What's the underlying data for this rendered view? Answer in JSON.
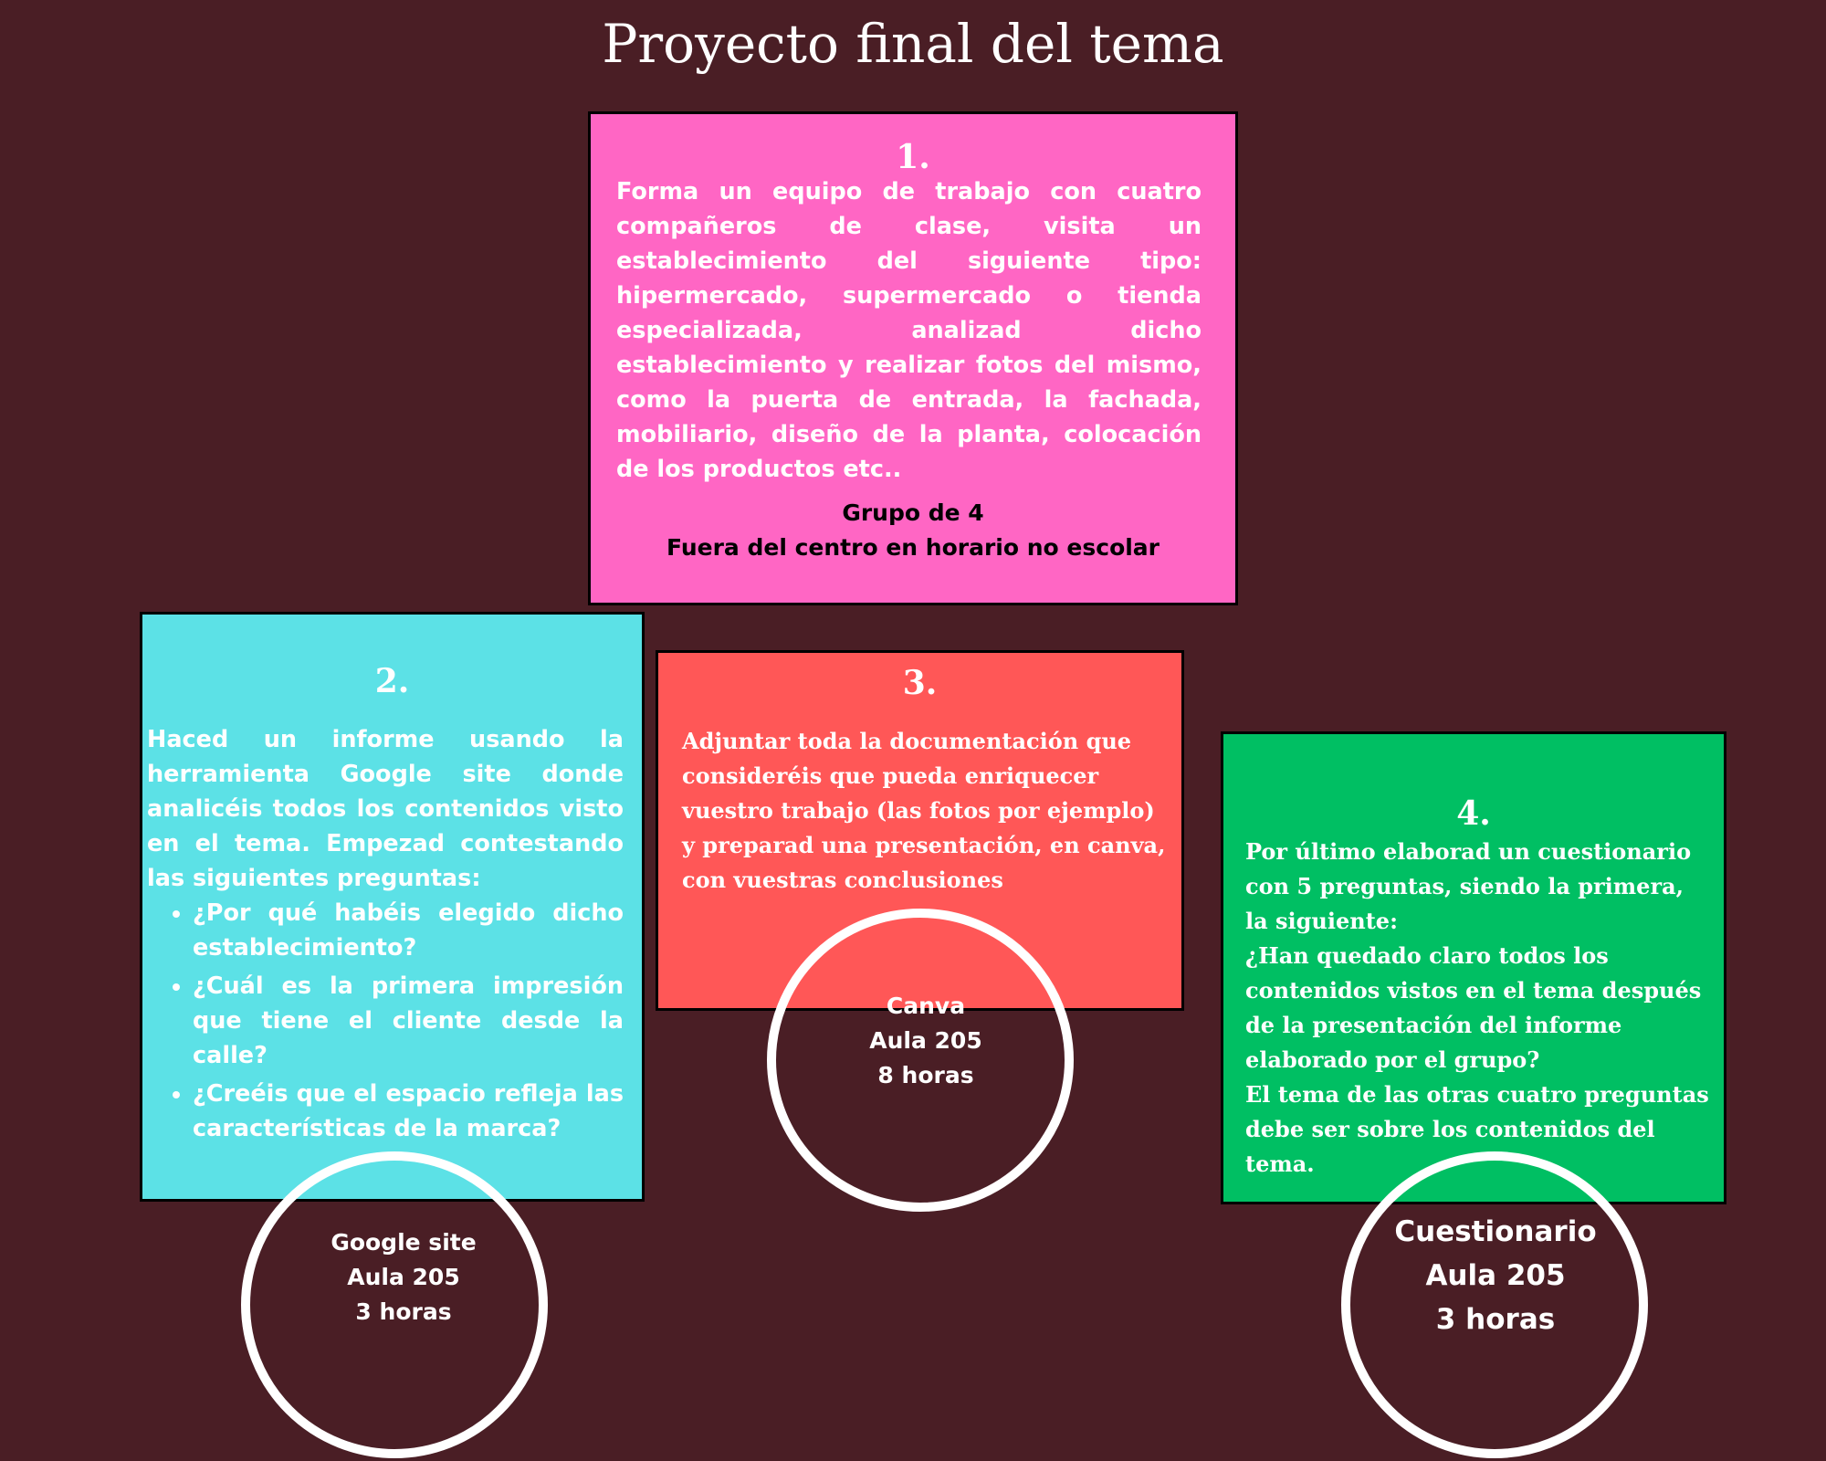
{
  "title": "Proyecto final del tema",
  "colors": {
    "background": "#4a1e25",
    "box1": "#ff66c4",
    "box2": "#5ce1e6",
    "box3": "#ff5757",
    "box4": "#00bf63"
  },
  "steps": [
    {
      "number": "1.",
      "text": "Forma un equipo de trabajo con cuatro compañeros de clase, visita un establecimiento del siguiente tipo: hipermercado, supermercado o tienda especializada, analizad dicho establecimiento y realizar fotos del mismo, como la puerta de entrada, la fachada, mobiliario, diseño de la planta, colocación de los productos etc..",
      "note_1": "Grupo de 4",
      "note_2": "Fuera del centro en horario no escolar"
    },
    {
      "number": "2.",
      "text": "Haced un informe usando la herramienta Google site donde analicéis todos los contenidos visto en el tema. Empezad contestando las siguientes preguntas:",
      "bullets": [
        "¿Por qué habéis elegido dicho establecimiento?",
        "¿Cuál es la primera impresión que tiene el cliente desde la calle?",
        "¿Creéis que el espacio refleja las características de la marca?"
      ],
      "circle": {
        "tool": "Google site",
        "room": "Aula 205",
        "hours": "3 horas"
      }
    },
    {
      "number": "3.",
      "text": "Adjuntar toda la documentación que consideréis que pueda enriquecer vuestro trabajo (las fotos por ejemplo) y preparad una presentación, en canva, con vuestras conclusiones",
      "circle": {
        "tool": "Canva",
        "room": "Aula 205",
        "hours": "8 horas"
      }
    },
    {
      "number": "4.",
      "line_1": "Por último elaborad un cuestionario con 5  preguntas, siendo la primera, la siguiente:",
      "line_2": "¿Han quedado claro todos los contenidos vistos en el tema después de la presentación del informe elaborado por el grupo?",
      "line_3": "El tema de las otras cuatro preguntas debe ser sobre los contenidos del tema.",
      "circle": {
        "tool": "Cuestionario",
        "room": "Aula 205",
        "hours": "3 horas"
      }
    }
  ]
}
